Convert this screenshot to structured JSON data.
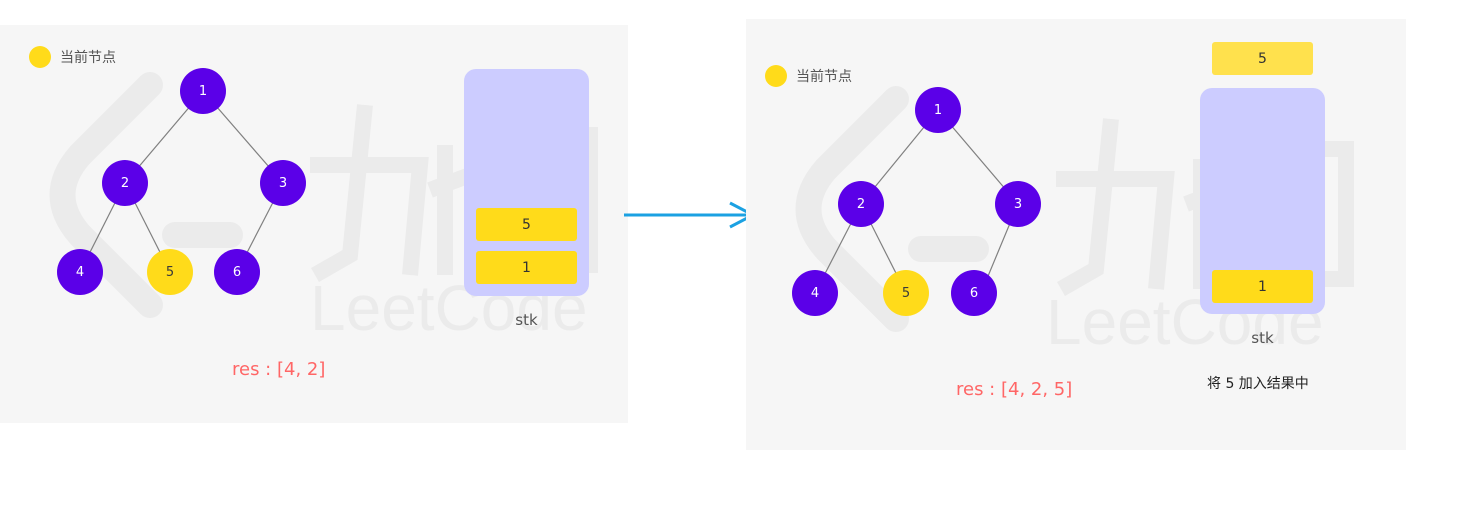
{
  "legend": {
    "label": "当前节点",
    "color": "#ffdb1a"
  },
  "tree": {
    "nodes": [
      {
        "id": 1,
        "label": "1",
        "state": "default"
      },
      {
        "id": 2,
        "label": "2",
        "state": "default"
      },
      {
        "id": 3,
        "label": "3",
        "state": "default"
      },
      {
        "id": 4,
        "label": "4",
        "state": "default"
      },
      {
        "id": 5,
        "label": "5",
        "state": "current"
      },
      {
        "id": 6,
        "label": "6",
        "state": "default"
      }
    ],
    "edges": [
      [
        1,
        2
      ],
      [
        1,
        3
      ],
      [
        2,
        4
      ],
      [
        2,
        5
      ],
      [
        3,
        6
      ]
    ]
  },
  "colors": {
    "node_default": "#5b00e8",
    "node_current": "#ffdb1a",
    "stack_bg": "#ccccff",
    "res_text": "#ff6666",
    "arrow": "#1ba1e2"
  },
  "before": {
    "stack_items": [
      "5",
      "1"
    ],
    "stack_label": "stk",
    "res": "res : [4, 2]"
  },
  "after": {
    "popped": "5",
    "stack_items": [
      "1"
    ],
    "stack_label": "stk",
    "res": "res : [4, 2, 5]",
    "note": "将 5 加入结果中"
  }
}
